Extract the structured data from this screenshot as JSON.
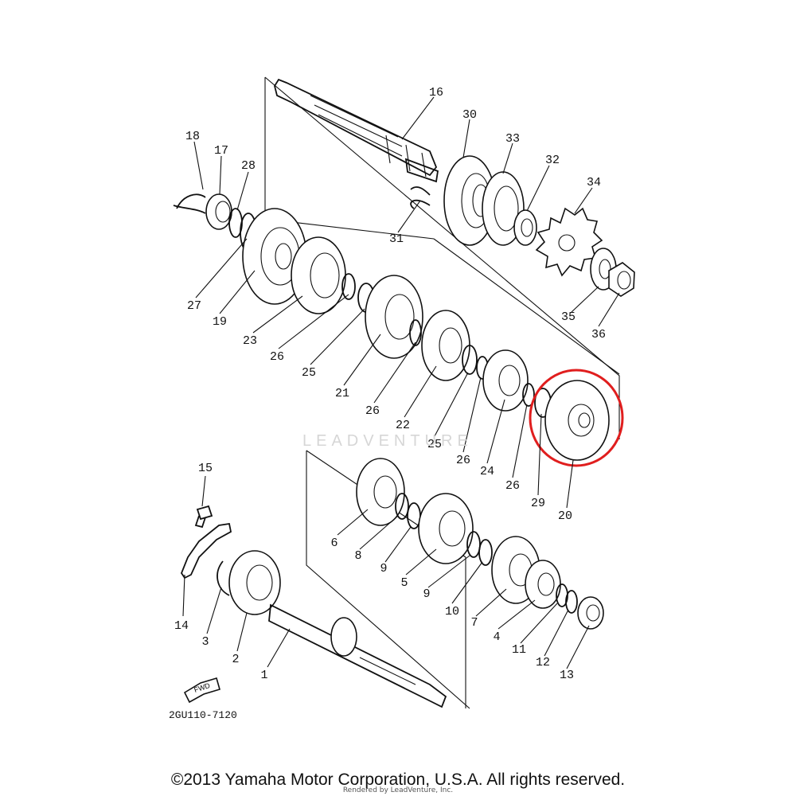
{
  "diagram": {
    "code": "2GU110-7120",
    "fwd_label": "FWD",
    "watermark": "LEADVENTURE",
    "highlight_part": "20",
    "highlight_color": "#e01e1e",
    "callouts": [
      {
        "id": "16",
        "label": "16"
      },
      {
        "id": "30",
        "label": "30"
      },
      {
        "id": "33",
        "label": "33"
      },
      {
        "id": "32",
        "label": "32"
      },
      {
        "id": "34",
        "label": "34"
      },
      {
        "id": "18",
        "label": "18"
      },
      {
        "id": "17",
        "label": "17"
      },
      {
        "id": "28",
        "label": "28"
      },
      {
        "id": "31",
        "label": "31"
      },
      {
        "id": "27",
        "label": "27"
      },
      {
        "id": "19",
        "label": "19"
      },
      {
        "id": "23",
        "label": "23"
      },
      {
        "id": "26a",
        "label": "26"
      },
      {
        "id": "25a",
        "label": "25"
      },
      {
        "id": "21",
        "label": "21"
      },
      {
        "id": "26b",
        "label": "26"
      },
      {
        "id": "22",
        "label": "22"
      },
      {
        "id": "25b",
        "label": "25"
      },
      {
        "id": "26c",
        "label": "26"
      },
      {
        "id": "24",
        "label": "24"
      },
      {
        "id": "26d",
        "label": "26"
      },
      {
        "id": "29",
        "label": "29"
      },
      {
        "id": "20",
        "label": "20"
      },
      {
        "id": "35",
        "label": "35"
      },
      {
        "id": "36",
        "label": "36"
      },
      {
        "id": "15",
        "label": "15"
      },
      {
        "id": "14",
        "label": "14"
      },
      {
        "id": "3",
        "label": "3"
      },
      {
        "id": "2",
        "label": "2"
      },
      {
        "id": "1",
        "label": "1"
      },
      {
        "id": "6",
        "label": "6"
      },
      {
        "id": "8",
        "label": "8"
      },
      {
        "id": "9a",
        "label": "9"
      },
      {
        "id": "5",
        "label": "5"
      },
      {
        "id": "9b",
        "label": "9"
      },
      {
        "id": "10",
        "label": "10"
      },
      {
        "id": "7",
        "label": "7"
      },
      {
        "id": "4",
        "label": "4"
      },
      {
        "id": "11",
        "label": "11"
      },
      {
        "id": "12",
        "label": "12"
      },
      {
        "id": "13",
        "label": "13"
      }
    ]
  },
  "footer": {
    "copyright": "©2013 Yamaha Motor Corporation, U.S.A. All rights reserved.",
    "rendered_by": "Rendered by LeadVenture, Inc."
  }
}
